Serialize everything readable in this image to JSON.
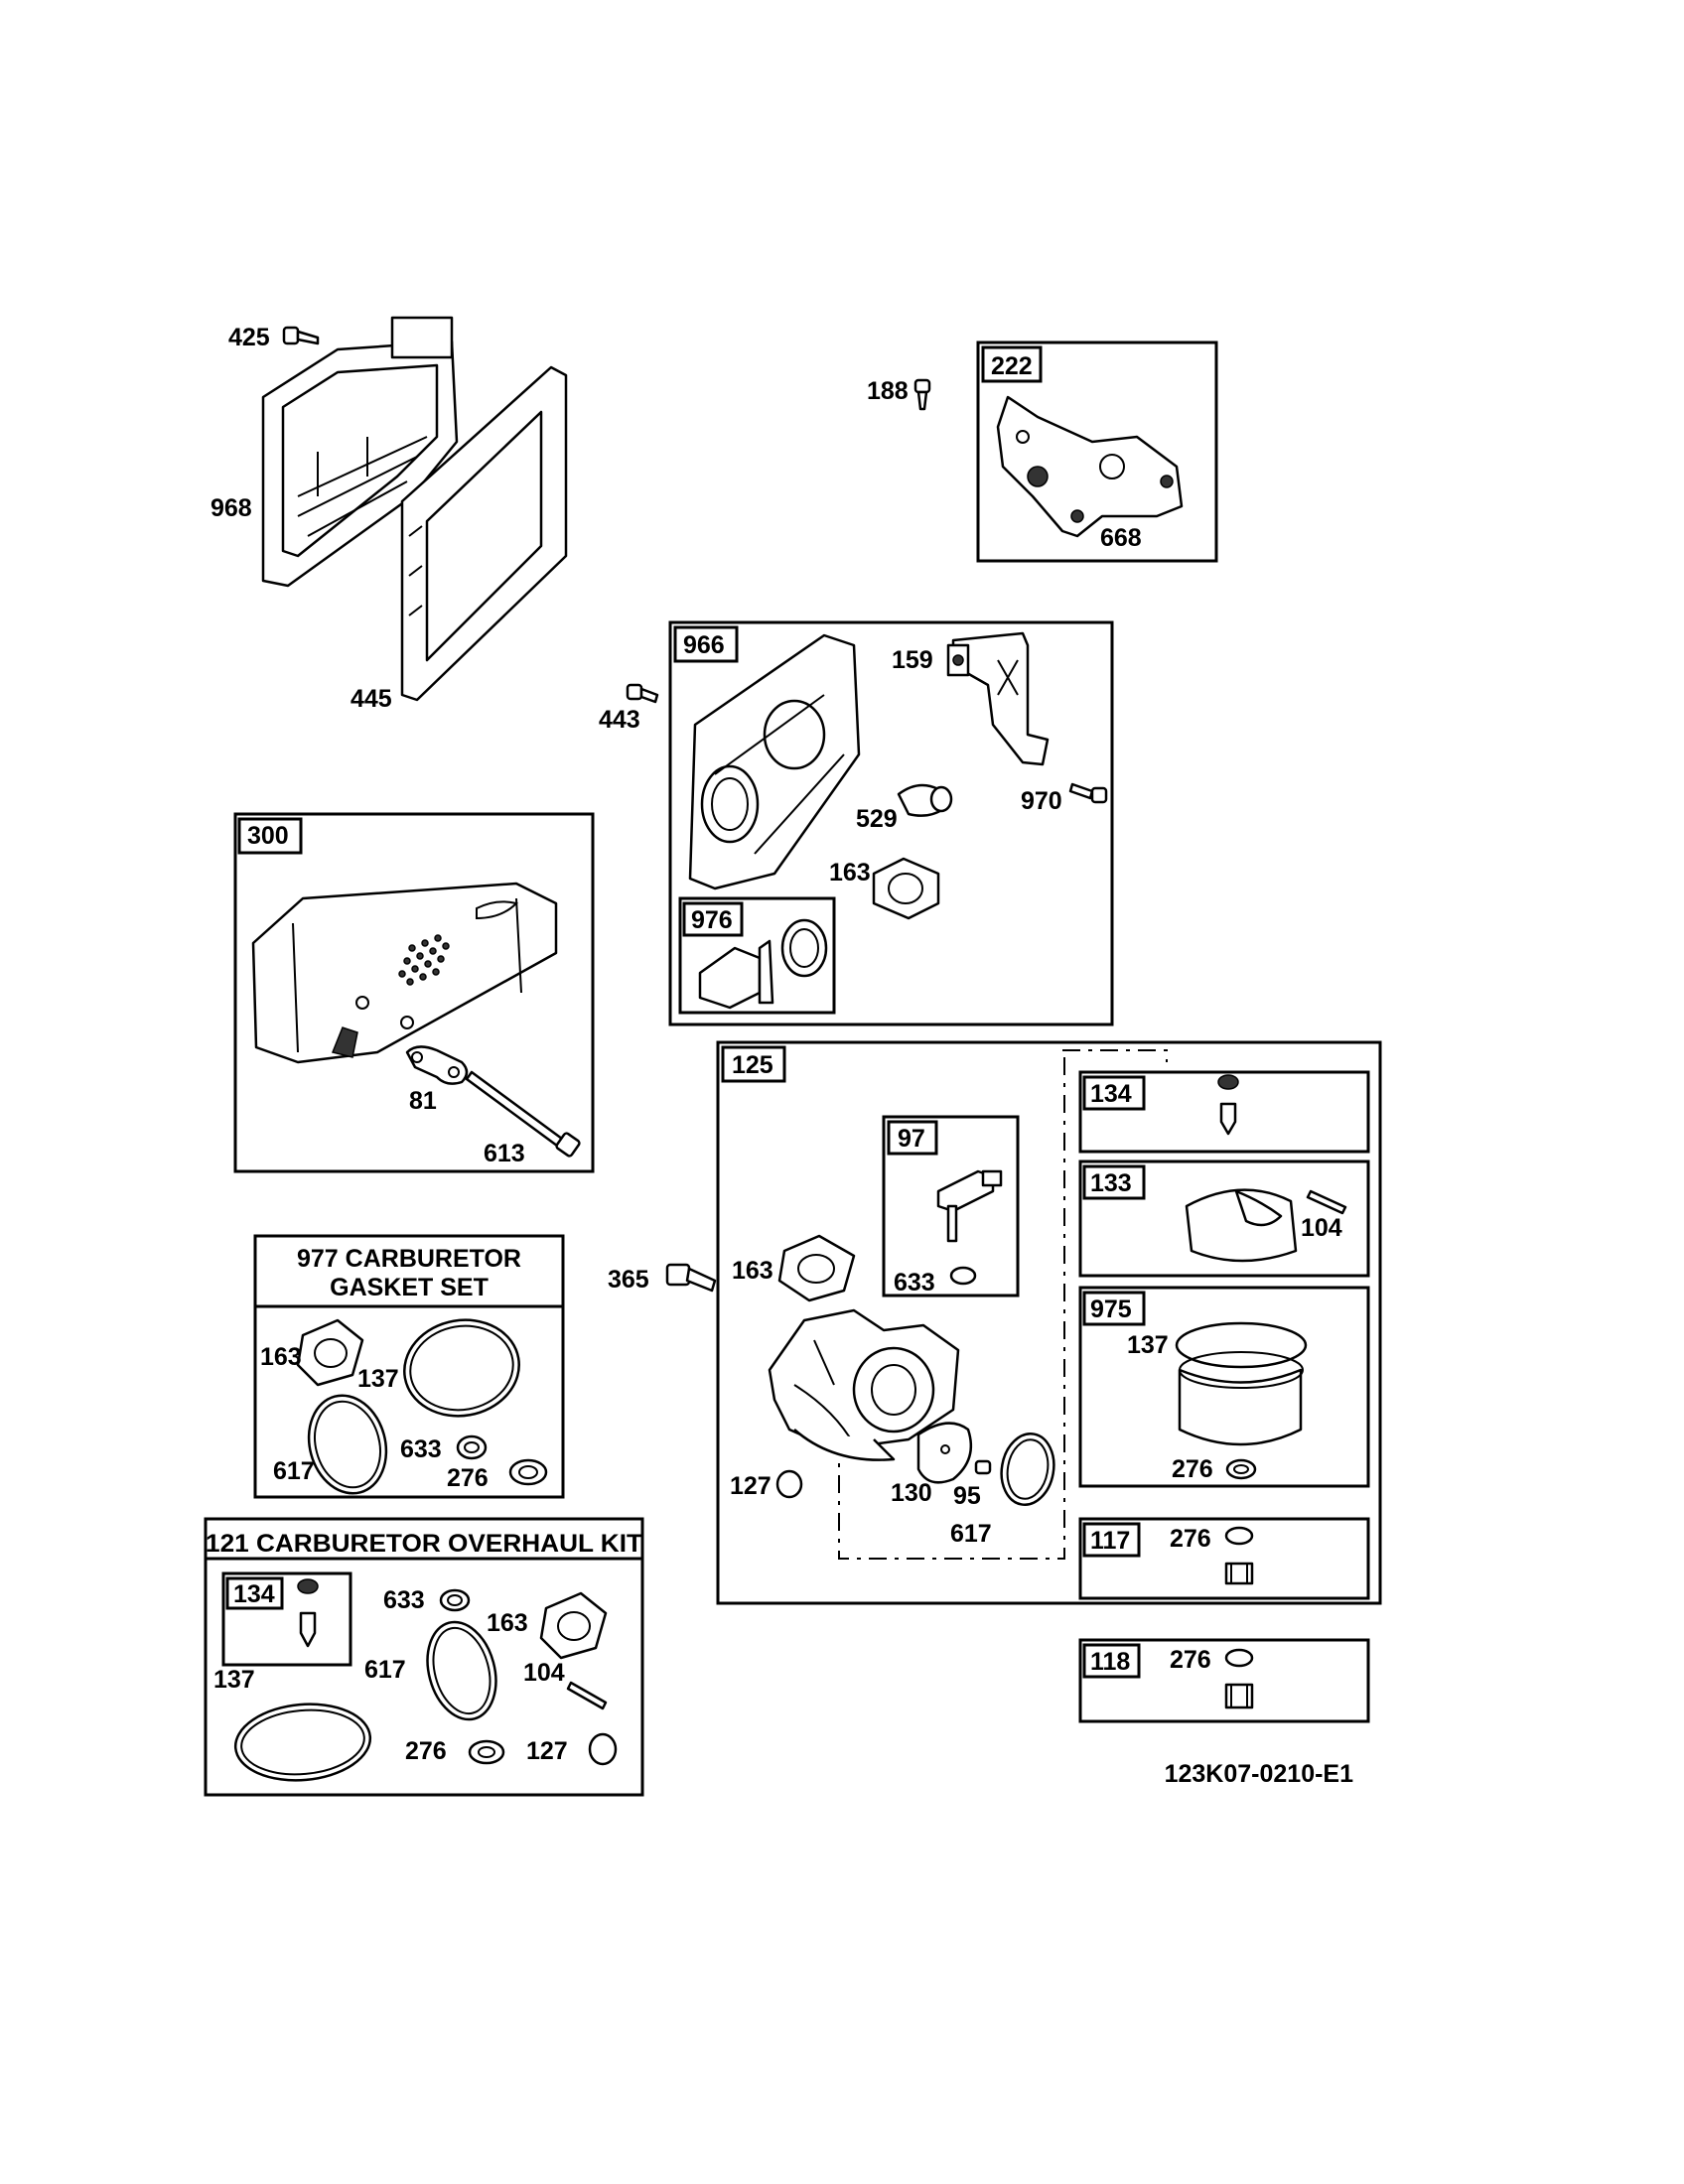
{
  "callouts": {
    "p425": "425",
    "p968": "968",
    "p445": "445",
    "p188": "188",
    "b222": "222",
    "p668": "668",
    "b966": "966",
    "p159": "159",
    "p443": "443",
    "p529": "529",
    "p970": "970",
    "p163a": "163",
    "b976": "976",
    "b300": "300",
    "p81": "81",
    "p613": "613",
    "b125": "125",
    "b97": "97",
    "p633a": "633",
    "p365": "365",
    "p163b": "163",
    "p127a": "127",
    "p130": "130",
    "p95": "95",
    "p617a": "617",
    "b134a": "134",
    "b133": "133",
    "p104a": "104",
    "b975": "975",
    "p137a": "137",
    "p276a": "276",
    "b117": "117",
    "p276b": "276",
    "b118": "118",
    "p276c": "276",
    "p163c": "163",
    "p137b": "137",
    "p617b": "617",
    "p633b": "633",
    "p276d": "276",
    "b134b": "134",
    "p633c": "633",
    "p163d": "163",
    "p617c": "617",
    "p137c": "137",
    "p104b": "104",
    "p276e": "276",
    "p127b": "127"
  },
  "kits": {
    "gasket_set_line1": "977 CARBURETOR",
    "gasket_set_line2": "GASKET SET",
    "overhaul_kit": "121 CARBURETOR OVERHAUL KIT"
  },
  "drawing_code": "123K07-0210-E1"
}
